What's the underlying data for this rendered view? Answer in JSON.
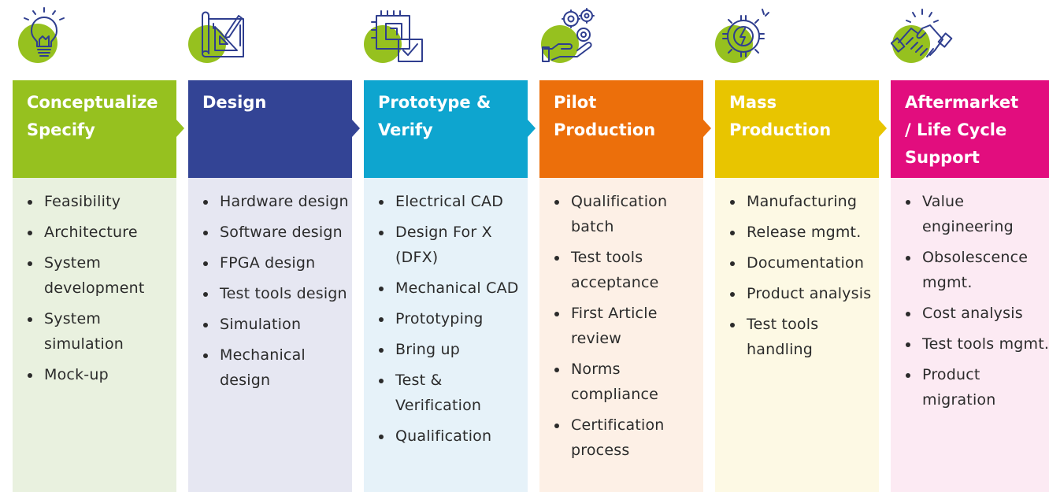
{
  "stages": [
    {
      "title": "Conceptualize\nSpecify",
      "icon": "lightbulb-icon",
      "header_color": "#96c11f",
      "body_color": "#e9f1df",
      "items": [
        "Feasibility",
        "Architecture",
        "System development",
        "System simulation",
        "Mock-up"
      ]
    },
    {
      "title": "Design",
      "icon": "drafting-blueprint-icon",
      "header_color": "#334495",
      "body_color": "#e6e7f2",
      "items": [
        "Hardware design",
        "Software design",
        "FPGA design",
        "Test tools design",
        "Simulation",
        "Mechanical design"
      ]
    },
    {
      "title": "Prototype &\nVerify",
      "icon": "circuit-board-check-icon",
      "header_color": "#0ea5cf",
      "body_color": "#e6f2f9",
      "items": [
        "Electrical CAD",
        "Design For X (DFX)",
        "Mechanical CAD",
        "Prototyping",
        "Bring up",
        "Test & Verification",
        "Qualification"
      ]
    },
    {
      "title": "Pilot\nProduction",
      "icon": "hand-gears-icon",
      "header_color": "#ec6f0b",
      "body_color": "#fdf0e6",
      "items": [
        "Qualification batch",
        "Test tools acceptance",
        "First Article review",
        "Norms compliance",
        "Certification process"
      ]
    },
    {
      "title": "Mass\nProduction",
      "icon": "gear-lightning-icon",
      "header_color": "#e8c500",
      "body_color": "#fdf9e4",
      "items": [
        "Manufacturing",
        "Release mgmt.",
        "Documentation",
        "Product analysis",
        "Test tools handling"
      ]
    },
    {
      "title": "Aftermarket\n/ Life Cycle\nSupport",
      "icon": "handshake-icon",
      "header_color": "#e20d7e",
      "body_color": "#fceaf3",
      "items": [
        "Value engineering",
        "Obsolescence mgmt.",
        "Cost analysis",
        "Test tools mgmt.",
        "Product migration"
      ]
    }
  ]
}
